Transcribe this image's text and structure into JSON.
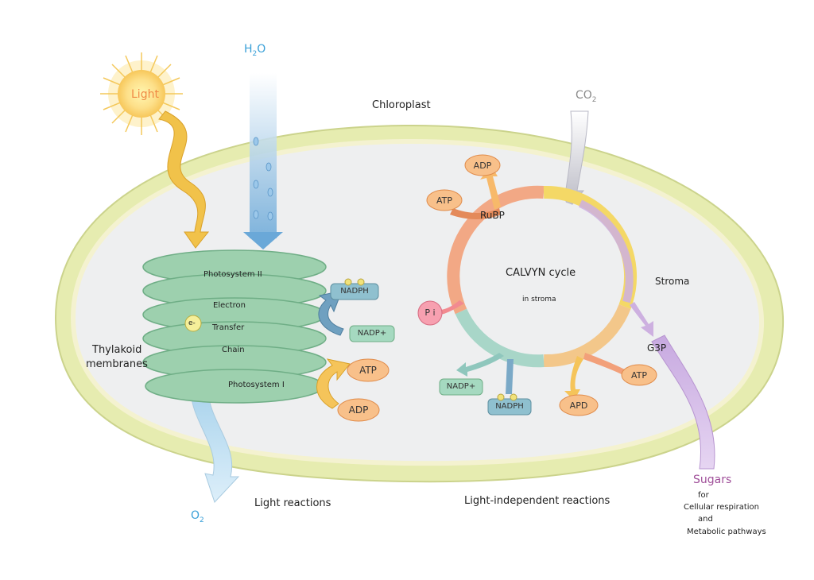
{
  "colors": {
    "light": "#f08a45",
    "water": "#3aa0d8",
    "co2": "#8a8a8a",
    "oxygen": "#3aa0d8",
    "sugars": "#a0509a",
    "text": "#222222",
    "stroma": "#f3f3d8",
    "membrane": "#d9e6a8",
    "thylakoid": "#8cc7a0",
    "cycle_warm": "#f2a07a",
    "cycle_yellow": "#f4d35e",
    "cycle_purple": "#c8a7d8",
    "atp_fill": "#f6b47a",
    "nadph_fill": "#7fb7c7"
  },
  "labels": {
    "light": "Light",
    "water_main": "H",
    "water_sub": "2",
    "water_tail": "O",
    "co2_main": "CO",
    "co2_sub": "2",
    "chloroplast": "Chloroplast",
    "stroma": "Stroma",
    "thylakoid_line1": "Thylakoid",
    "thylakoid_line2": "membranes",
    "photosystem2": "Photosystem II",
    "electron": "Electron",
    "e_minus": "e-",
    "transfer": "Transfer",
    "chain": "Chain",
    "photosystem1": "Photosystem I",
    "o2_main": "O",
    "o2_sub": "2",
    "light_reactions": "Light reactions",
    "light_independent": "Light-independent reactions",
    "calvin_title": "CALVYN cycle",
    "calvin_sub": "in stroma",
    "rubp": "RuBP",
    "g3p": "G3P",
    "pi": "P i",
    "sugars": "Sugars",
    "for": "for",
    "cellular": "Cellular respiration",
    "and": "and",
    "metabolic": "Metabolic pathways"
  },
  "molecules": {
    "nadph_left": "NADPH",
    "nadp_left": "NADP+",
    "atp_left": "ATP",
    "adp_left": "ADP",
    "adp_top": "ADP",
    "atp_top": "ATP",
    "nadp_bottom": "NADP+",
    "nadph_bottom": "NADPH",
    "apd_bottom": "APD",
    "atp_right": "ATP"
  }
}
